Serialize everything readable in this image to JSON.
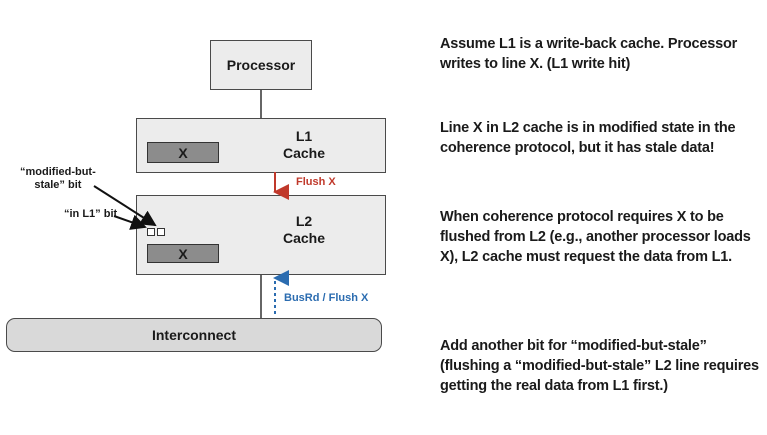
{
  "diagram": {
    "processor_label": "Processor",
    "l1_label": "L1\nCache",
    "l1_line_label": "X",
    "l2_label": "L2\nCache",
    "l2_line_label": "X",
    "interconnect_label": "Interconnect",
    "flush_label": "Flush X",
    "busrd_label": "BusRd / Flush X",
    "modified_but_stale_label": "“modified-but-\nstale” bit",
    "in_l1_label": "“in L1” bit",
    "colors": {
      "flush_arrow": "#c0392b",
      "busrd_arrow": "#2b6cb0",
      "box_fill": "#ececec",
      "line_fill": "#8c8c8c",
      "interconnect_fill": "#d9d9d9"
    }
  },
  "notes": {
    "p1": "Assume L1 is a write-back cache.  Processor writes to line X. (L1 write hit)",
    "p2": "Line X in L2 cache is in modified state in the coherence protocol, but it has stale data!",
    "p3": "When coherence protocol requires X to be flushed from L2 (e.g., another processor loads  X), L2 cache must request the data from L1.",
    "p4": "Add another bit for “modified-but-stale” (flushing a “modified-but-stale” L2 line requires getting the real data from L1 first.)"
  }
}
